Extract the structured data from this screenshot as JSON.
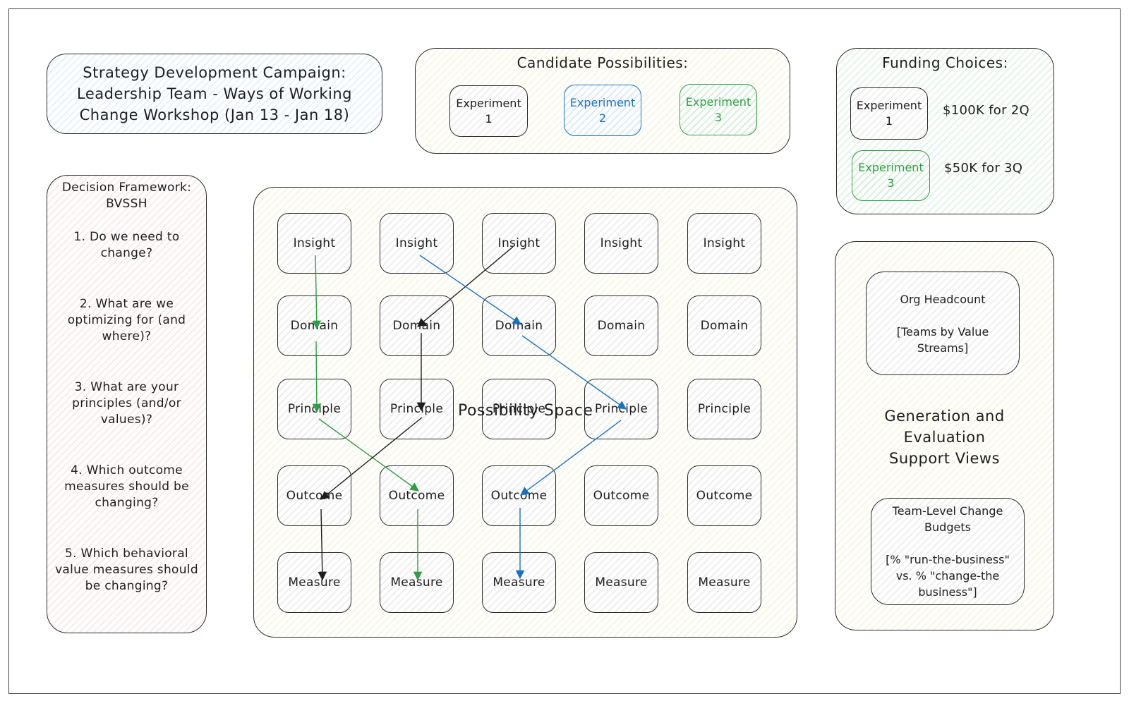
{
  "title_box": {
    "lines": [
      "Strategy Development Campaign:",
      "Leadership Team - Ways of Working",
      "Change Workshop (Jan 13 - Jan 18)"
    ]
  },
  "candidates": {
    "heading": "Candidate Possibilities:",
    "experiments": [
      {
        "line1": "Experiment",
        "line2": "1",
        "color": "#1e1e1e"
      },
      {
        "line1": "Experiment",
        "line2": "2",
        "color": "#1971c2"
      },
      {
        "line1": "Experiment",
        "line2": "3",
        "color": "#2f9e44"
      }
    ]
  },
  "funding": {
    "heading": "Funding Choices:",
    "rows": [
      {
        "line1": "Experiment",
        "line2": "1",
        "amount": "$100K for 2Q",
        "color": "#1e1e1e"
      },
      {
        "line1": "Experiment",
        "line2": "3",
        "amount": "$50K for 3Q",
        "color": "#2f9e44"
      }
    ]
  },
  "decision": {
    "heading_lines": [
      "Decision Framework:",
      "BVSSH"
    ],
    "questions": [
      [
        "1. Do we need to",
        "change?"
      ],
      [
        "2. What are we",
        "optimizing for (and",
        "where)?"
      ],
      [
        "3. What are your",
        "principles (and/or",
        "values)?"
      ],
      [
        "4. Which outcome",
        "measures should be",
        "changing?"
      ],
      [
        "5. Which behavioral",
        "value measures should",
        "be changing?"
      ]
    ]
  },
  "possibility_space": {
    "label": "Possibility Space",
    "rows": [
      "Insight",
      "Domain",
      "Principle",
      "Outcome",
      "Measure"
    ],
    "arrow_colors": {
      "green": "#2f9e44",
      "black": "#1e1e1e",
      "blue": "#1971c2"
    }
  },
  "support": {
    "headcount_lines": [
      "Org Headcount",
      "",
      "[Teams by Value",
      "Streams]"
    ],
    "heading_lines": [
      "Generation and",
      "Evaluation",
      "Support Views"
    ],
    "budget_lines": [
      "Team-Level Change",
      "Budgets",
      "",
      "[% \"run-the-business\"",
      "vs. % \"change-the",
      "business\"]"
    ]
  }
}
